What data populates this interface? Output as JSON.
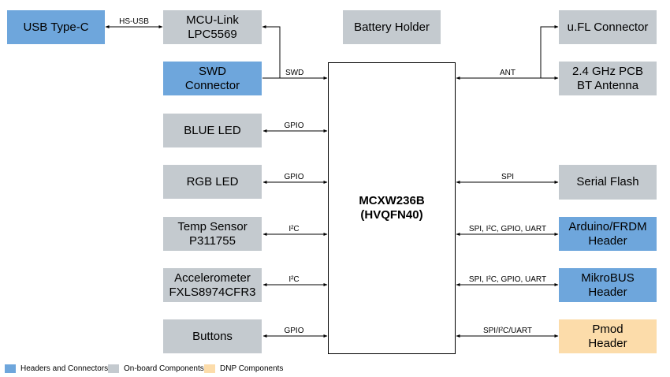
{
  "mcu": {
    "label": "MCXW236B\n(HVQFN40)"
  },
  "blocks": {
    "usb": "USB Type-C",
    "mcu_link": "MCU-Link\nLPC5569",
    "battery": "Battery Holder",
    "ufl": "u.FL Connector",
    "swd": "SWD\nConnector",
    "antenna": "2.4 GHz PCB\nBT Antenna",
    "blue_led": "BLUE LED",
    "rgb_led": "RGB LED",
    "serial_flash": "Serial Flash",
    "temp": "Temp Sensor\nP311755",
    "arduino": "Arduino/FRDM\nHeader",
    "accel": "Accelerometer\nFXLS8974CFR3",
    "mikrobus": "MikroBUS\nHeader",
    "buttons": "Buttons",
    "pmod": "Pmod\nHeader"
  },
  "signals": {
    "hs_usb": "HS-USB",
    "swd": "SWD",
    "ant": "ANT",
    "gpio_blue": "GPIO",
    "gpio_rgb": "GPIO",
    "spi_flash": "SPI",
    "i2c_temp": "I²C",
    "arduino_bus": "SPI, I²C, GPIO, UART",
    "i2c_accel": "I²C",
    "mikrobus_bus": "SPI, I²C, GPIO, UART",
    "gpio_buttons": "GPIO",
    "pmod_bus": "SPI/I²C/UART"
  },
  "legend": {
    "headers": {
      "label": "Headers and Connectors",
      "color": "#6ea6dc"
    },
    "onboard": {
      "label": "On-board Components",
      "color": "#c4cacf"
    },
    "dnp": {
      "label": "DNP Components",
      "color": "#fcdcaa"
    }
  }
}
